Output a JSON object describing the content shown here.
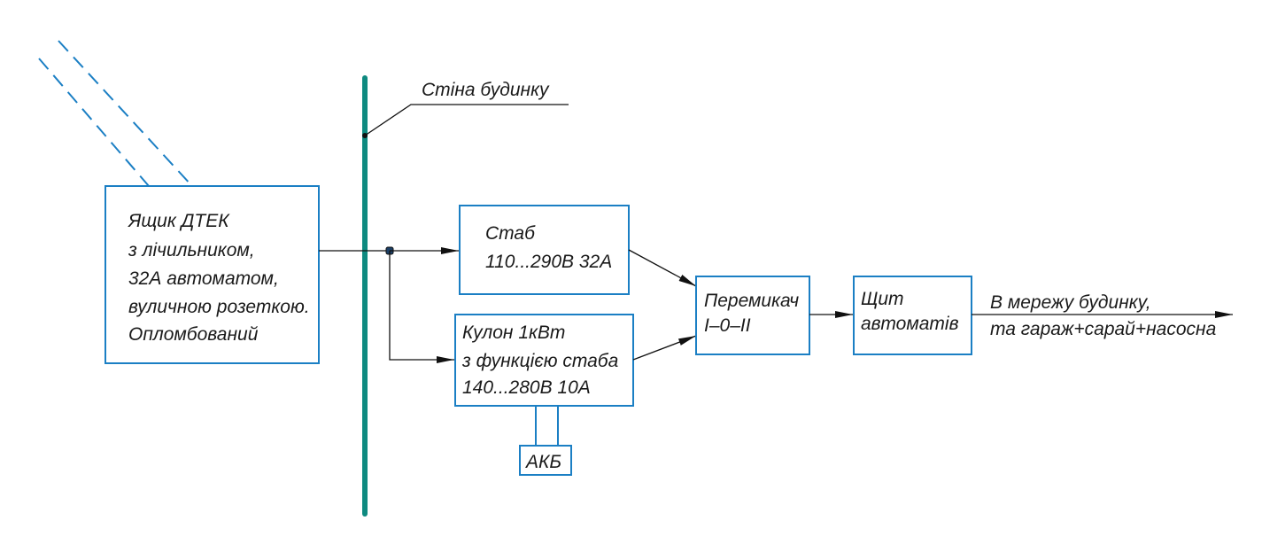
{
  "wall_label": "Стіна будинку",
  "dtek_box": {
    "lines": [
      "Ящик ДТЕК",
      "з лічильником,",
      "32А автоматом,",
      "вуличною розеткою.",
      "Опломбований"
    ]
  },
  "stab_box": {
    "lines": [
      "Стаб",
      "110...290В 32А"
    ]
  },
  "kulon_box": {
    "lines": [
      "Кулон 1кВт",
      "з функцією стаба",
      "140...280В 10А"
    ]
  },
  "battery_label": "АКБ",
  "switch_box": {
    "lines": [
      "Перемикач",
      "I–0–II"
    ]
  },
  "panel_box": {
    "lines": [
      "Щит",
      "автоматів"
    ]
  },
  "output_label": {
    "lines": [
      "В мережу будинку,",
      "та гараж+сарай+насосна"
    ]
  },
  "colors": {
    "box_stroke": "#1b7fc4",
    "wall": "#0e8a80",
    "line": "#111111",
    "text": "#1a1a1a"
  }
}
